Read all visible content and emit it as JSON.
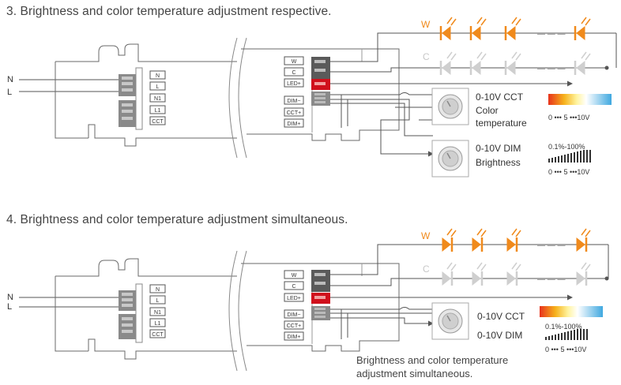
{
  "sections": [
    {
      "title": "3. Brightness and color temperature adjustment respective.",
      "input_labels": [
        "N",
        "L"
      ],
      "left_terminals": [
        "N",
        "L",
        "N1",
        "L1",
        "CCT"
      ],
      "right_terminals": [
        "W",
        "C",
        "LED+",
        "DIM−",
        "CCT+",
        "DIM+"
      ],
      "led_row_labels": [
        "W",
        "C"
      ],
      "dash": "— — —",
      "controllers": [
        {
          "line1": "0-10V CCT",
          "line2": "Color",
          "line3": "temperature",
          "scale": "0 ••• 5 •••10V"
        },
        {
          "line1": "0-10V DIM",
          "line2": "Brightness",
          "percent": "0.1%-100%",
          "scale": "0 ••• 5 •••10V"
        }
      ]
    },
    {
      "title": "4. Brightness and color temperature adjustment simultaneous.",
      "input_labels": [
        "N",
        "L"
      ],
      "left_terminals": [
        "N",
        "L",
        "N1",
        "L1",
        "CCT"
      ],
      "right_terminals": [
        "W",
        "C",
        "LED+",
        "DIM−",
        "CCT+",
        "DIM+"
      ],
      "led_row_labels": [
        "W",
        "C"
      ],
      "dash": "— — —",
      "controller": {
        "line1": "0-10V CCT",
        "line2": "0-10V DIM",
        "percent": "0.1%-100%",
        "scale": "0 ••• 5 •••10V"
      },
      "note_line1": "Brightness and color temperature",
      "note_line2": "adjustment simultaneous."
    }
  ],
  "colors": {
    "warm_led": "#f08a1c",
    "cool_led": "#c8c8c8",
    "terminal_dark": "#5a5a5a",
    "terminal_red": "#d0101c",
    "wire": "#555555",
    "outline": "#6a6a6a"
  },
  "icons": {
    "led": "diode-triangle-icon",
    "dimmer": "rotary-knob-icon",
    "terminal": "screw-terminal-icon"
  }
}
